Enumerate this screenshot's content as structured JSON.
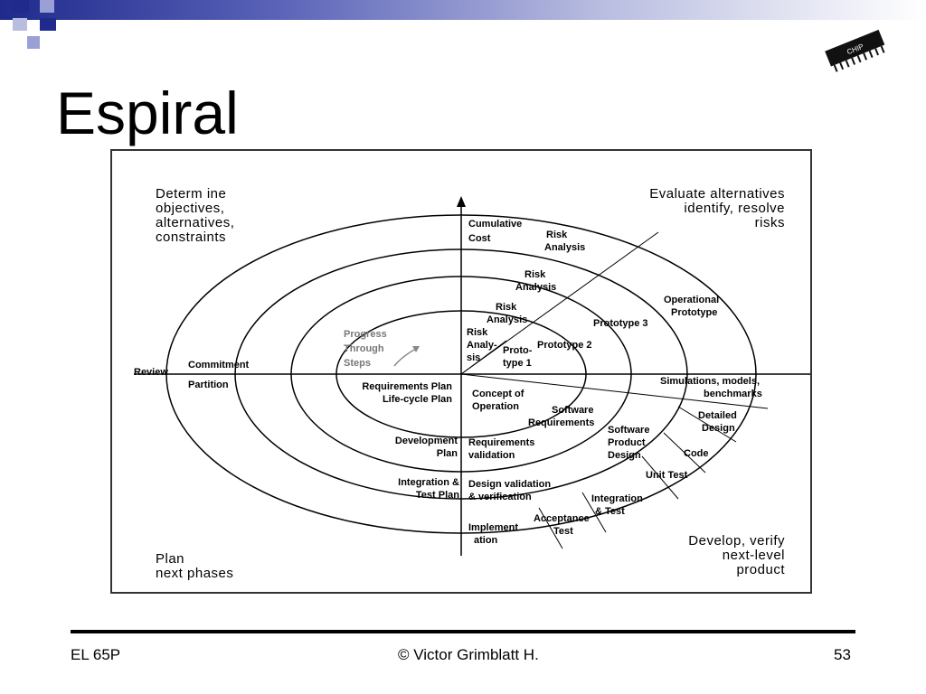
{
  "slide": {
    "title": "Espiral",
    "footer_left": "EL 65P",
    "footer_center": "© Victor Grimblatt H.",
    "footer_right": "53"
  },
  "logo": {
    "icon": "ic-chip-icon",
    "chip_label": "CHIP"
  },
  "colors": {
    "band_dark": "#1f2a8c",
    "band_light": "#b9bde0",
    "square_dark": "#1f2a8c",
    "square_light": "#9aa0d6"
  },
  "diagram": {
    "quadrants": {
      "top_left": [
        "Determ ine",
        "objectives,",
        "alternatives,",
        "constraints"
      ],
      "top_right": [
        "Evaluate alternatives",
        "identify, resolve",
        "risks"
      ],
      "bottom_left": [
        "Plan",
        "next phases"
      ],
      "bottom_right": [
        "Develop, verify",
        "next-level",
        "product"
      ]
    },
    "axis": {
      "left_label": "Review"
    },
    "labels": {
      "cumulative_cost": [
        "Cumulative",
        "Cost"
      ],
      "commitment": "Commitment",
      "partition": "Partition",
      "progress": [
        "Progress",
        "Through",
        "Steps"
      ],
      "risk_analysis_outer": [
        "Risk",
        "Analysis"
      ],
      "risk_analysis_3": [
        "Risk",
        "Analysis"
      ],
      "risk_analysis_2": [
        "Risk",
        "Analysis"
      ],
      "risk_analysis_1": [
        "Risk",
        "Analy-",
        "sis"
      ],
      "operational_prototype": [
        "Operational",
        "Prototype"
      ],
      "prototype_3": "Prototype 3",
      "prototype_2": "Prototype 2",
      "prototype_1": [
        "Proto-",
        "type 1"
      ],
      "requirements_plan": [
        "Requirements Plan",
        "Life-cycle Plan"
      ],
      "concept_of_operation": [
        "Concept of",
        "Operation"
      ],
      "simulations": [
        "Simulations, models,",
        "benchmarks"
      ],
      "software_requirements": [
        "Software",
        "Requirements"
      ],
      "detailed_design": [
        "Detailed",
        "Design"
      ],
      "development_plan": [
        "Development",
        "Plan"
      ],
      "requirements_validation": [
        "Requirements",
        "validation"
      ],
      "software_product_design": [
        "Software",
        "Product",
        "Design"
      ],
      "code": "Code",
      "integration_test_plan": [
        "Integration &",
        "Test Plan"
      ],
      "design_validation": [
        "Design validation",
        "& verification"
      ],
      "unit_test": "Unit Test",
      "integration_test": [
        "Integration",
        "& Test"
      ],
      "implementation": [
        "Implement",
        "ation"
      ],
      "acceptance_test": [
        "Acceptance",
        "Test"
      ]
    }
  }
}
